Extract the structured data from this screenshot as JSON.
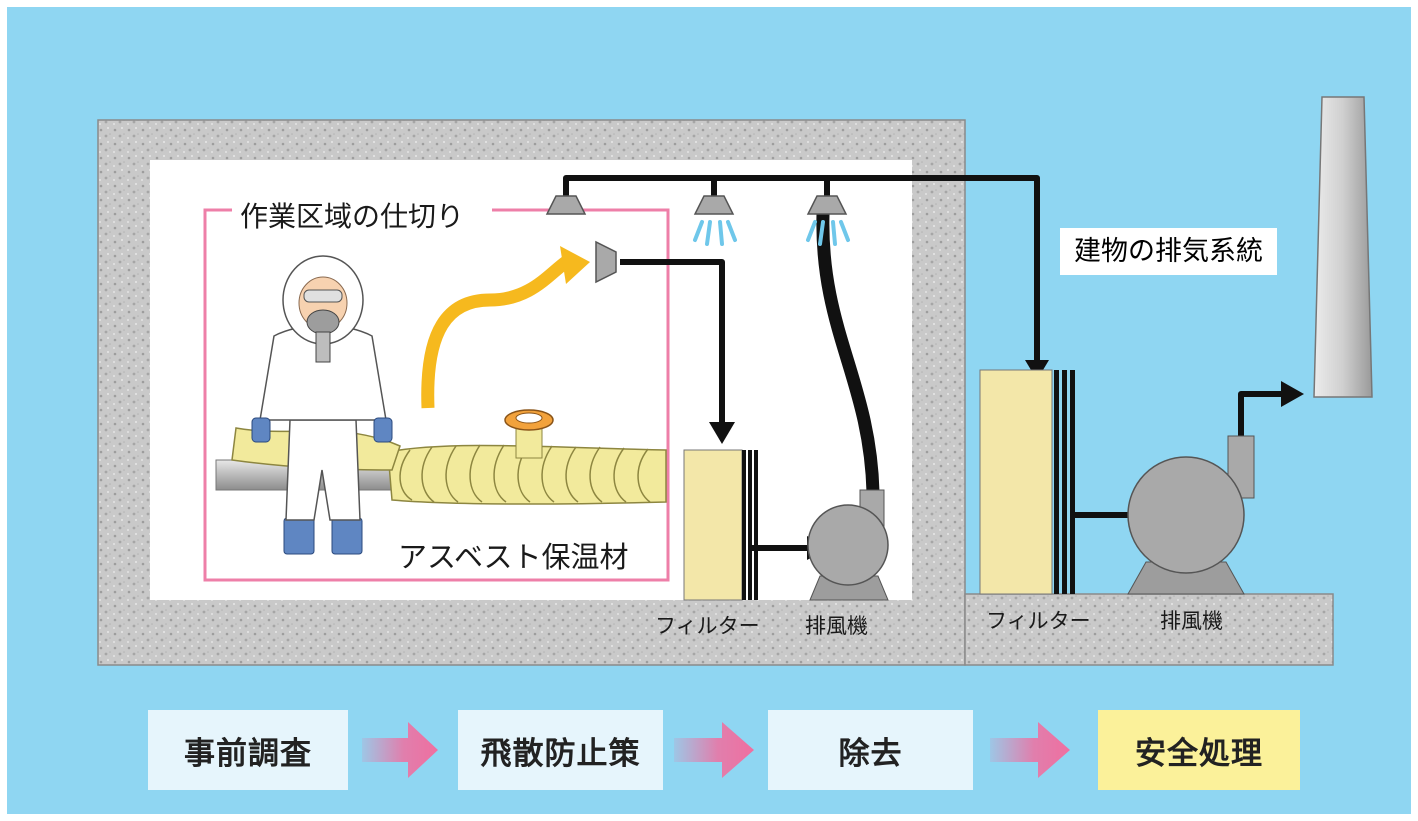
{
  "labels": {
    "partition": "作業区域の仕切り",
    "exhaust_system": "建物の排気系統",
    "asbestos_insulation": "アスベスト保温材",
    "filter_inner": "フィルター",
    "fan_inner": "排風機",
    "filter_outer": "フィルター",
    "fan_outer": "排風機"
  },
  "process_steps": [
    {
      "label": "事前調査"
    },
    {
      "label": "飛散防止策"
    },
    {
      "label": "除去"
    },
    {
      "label": "安全処理"
    }
  ],
  "colors": {
    "sky": "#8fd6f2",
    "concrete": "#c7c7c7",
    "partition_line": "#ee7fa8",
    "airflow_arrow": "#f6b91e",
    "insulation": "#f2ea9c",
    "filter": "#f3e7a9",
    "machine_gray": "#a9a9a9",
    "pipe": "#111111",
    "step_box": "#e6f5fc",
    "step_final": "#fbf19a",
    "step_arrow": "#ef6fa0"
  }
}
